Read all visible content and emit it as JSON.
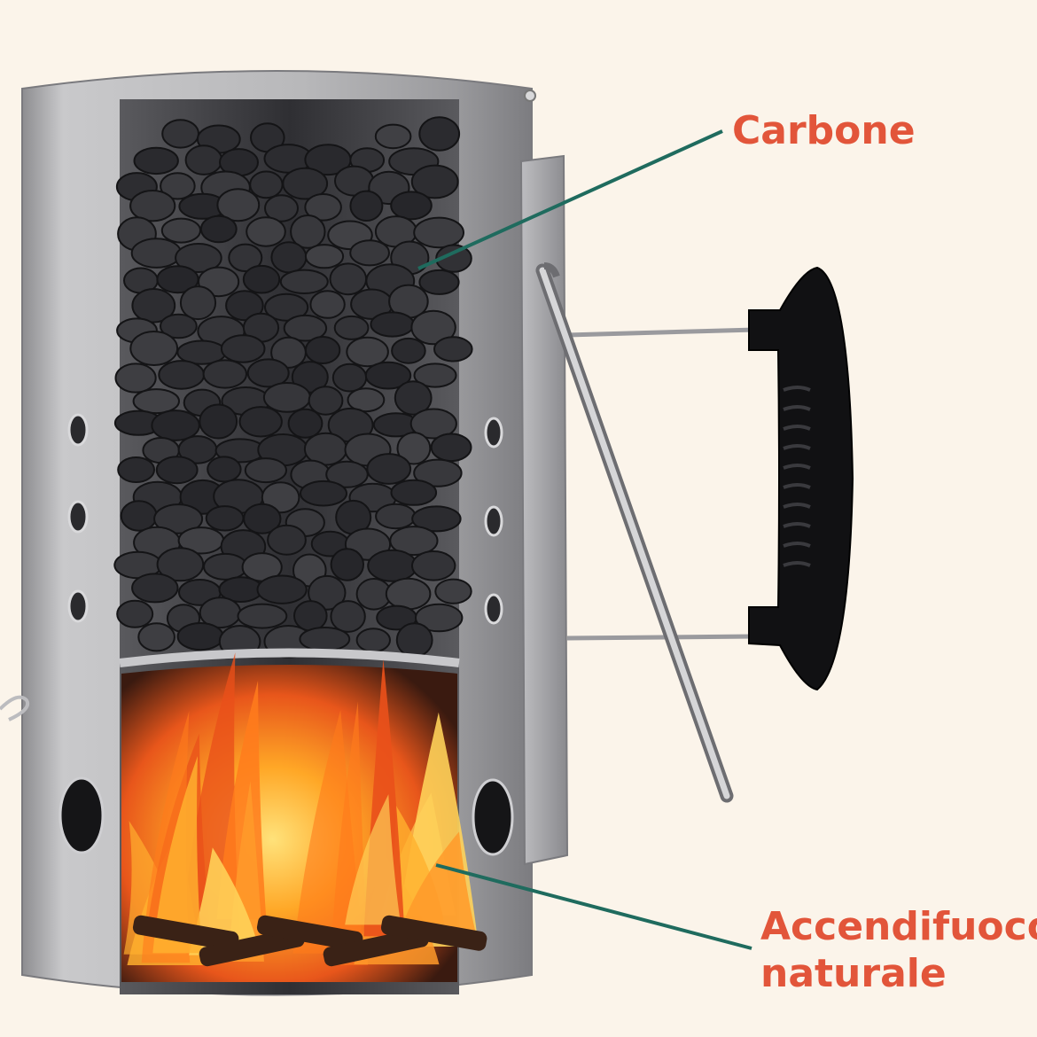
{
  "labels": {
    "charcoal": "Carbone",
    "fire_starter_line1": "Accendifuoco",
    "fire_starter_line2": "naturale"
  },
  "colors": {
    "background": "#fbf4ea",
    "label_text": "#e2553a",
    "leader_line": "#1f6b5e",
    "metal": "#a9a9ab",
    "charcoal": "#2b2b2e",
    "flame": "#f47a1f"
  }
}
